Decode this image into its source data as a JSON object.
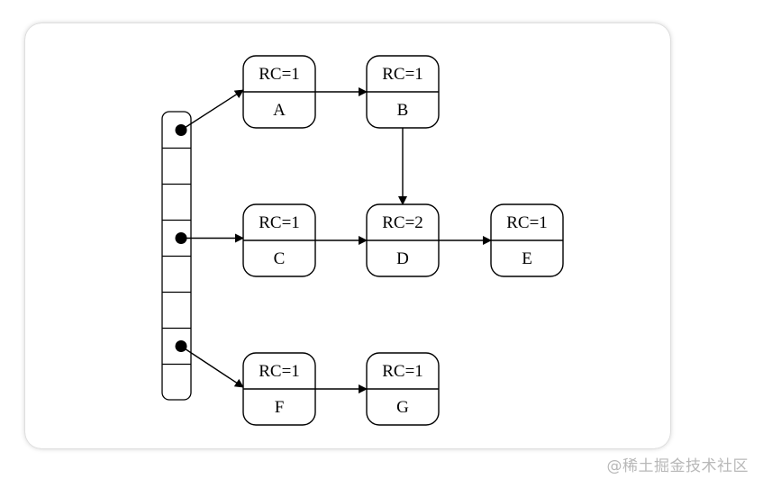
{
  "nodes": [
    {
      "id": "A",
      "rc": "RC=1",
      "label": "A"
    },
    {
      "id": "B",
      "rc": "RC=1",
      "label": "B"
    },
    {
      "id": "C",
      "rc": "RC=1",
      "label": "C"
    },
    {
      "id": "D",
      "rc": "RC=2",
      "label": "D"
    },
    {
      "id": "E",
      "rc": "RC=1",
      "label": "E"
    },
    {
      "id": "F",
      "rc": "RC=1",
      "label": "F"
    },
    {
      "id": "G",
      "rc": "RC=1",
      "label": "G"
    }
  ],
  "stack": {
    "slot_count": 8,
    "pointer_slots": [
      0,
      3,
      6
    ]
  },
  "edges": [
    {
      "from": "stack-0",
      "to": "A"
    },
    {
      "from": "stack-3",
      "to": "C"
    },
    {
      "from": "stack-6",
      "to": "F"
    },
    {
      "from": "A",
      "to": "B"
    },
    {
      "from": "B",
      "to": "D"
    },
    {
      "from": "C",
      "to": "D"
    },
    {
      "from": "D",
      "to": "E"
    },
    {
      "from": "F",
      "to": "G"
    }
  ],
  "watermark": "@稀土掘金技术社区"
}
